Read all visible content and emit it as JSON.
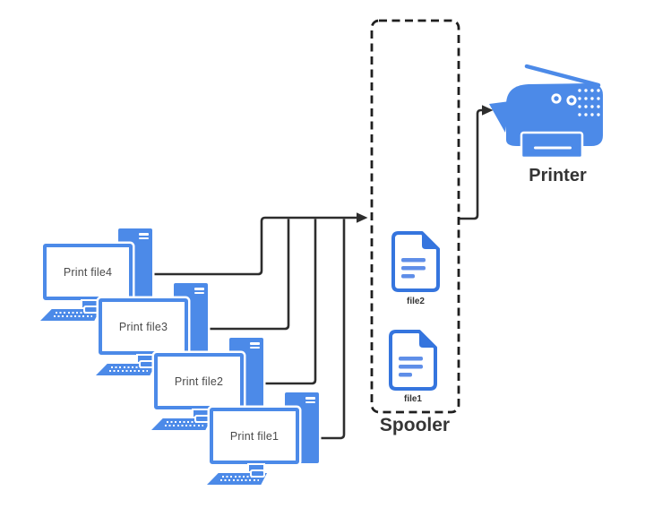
{
  "diagram": {
    "computers": [
      {
        "id": "pc4",
        "label": "Print file4"
      },
      {
        "id": "pc3",
        "label": "Print file3"
      },
      {
        "id": "pc2",
        "label": "Print file2"
      },
      {
        "id": "pc1",
        "label": "Print file1"
      }
    ],
    "spooler": {
      "label": "Spooler",
      "files": [
        {
          "label": "file2"
        },
        {
          "label": "file1"
        }
      ]
    },
    "printer": {
      "label": "Printer"
    },
    "edges": [
      {
        "from": "Print file4",
        "to": "Spooler"
      },
      {
        "from": "Print file3",
        "to": "Spooler"
      },
      {
        "from": "Print file2",
        "to": "Spooler"
      },
      {
        "from": "Print file1",
        "to": "Spooler"
      },
      {
        "from": "Spooler",
        "to": "Printer"
      }
    ],
    "colors": {
      "device_blue": "#4C8AE8",
      "document_outline_blue": "#3575DE",
      "document_bar_blue": "#5F8EE8",
      "connector_dark": "#2D2D2D",
      "label_dark": "#353535"
    }
  }
}
